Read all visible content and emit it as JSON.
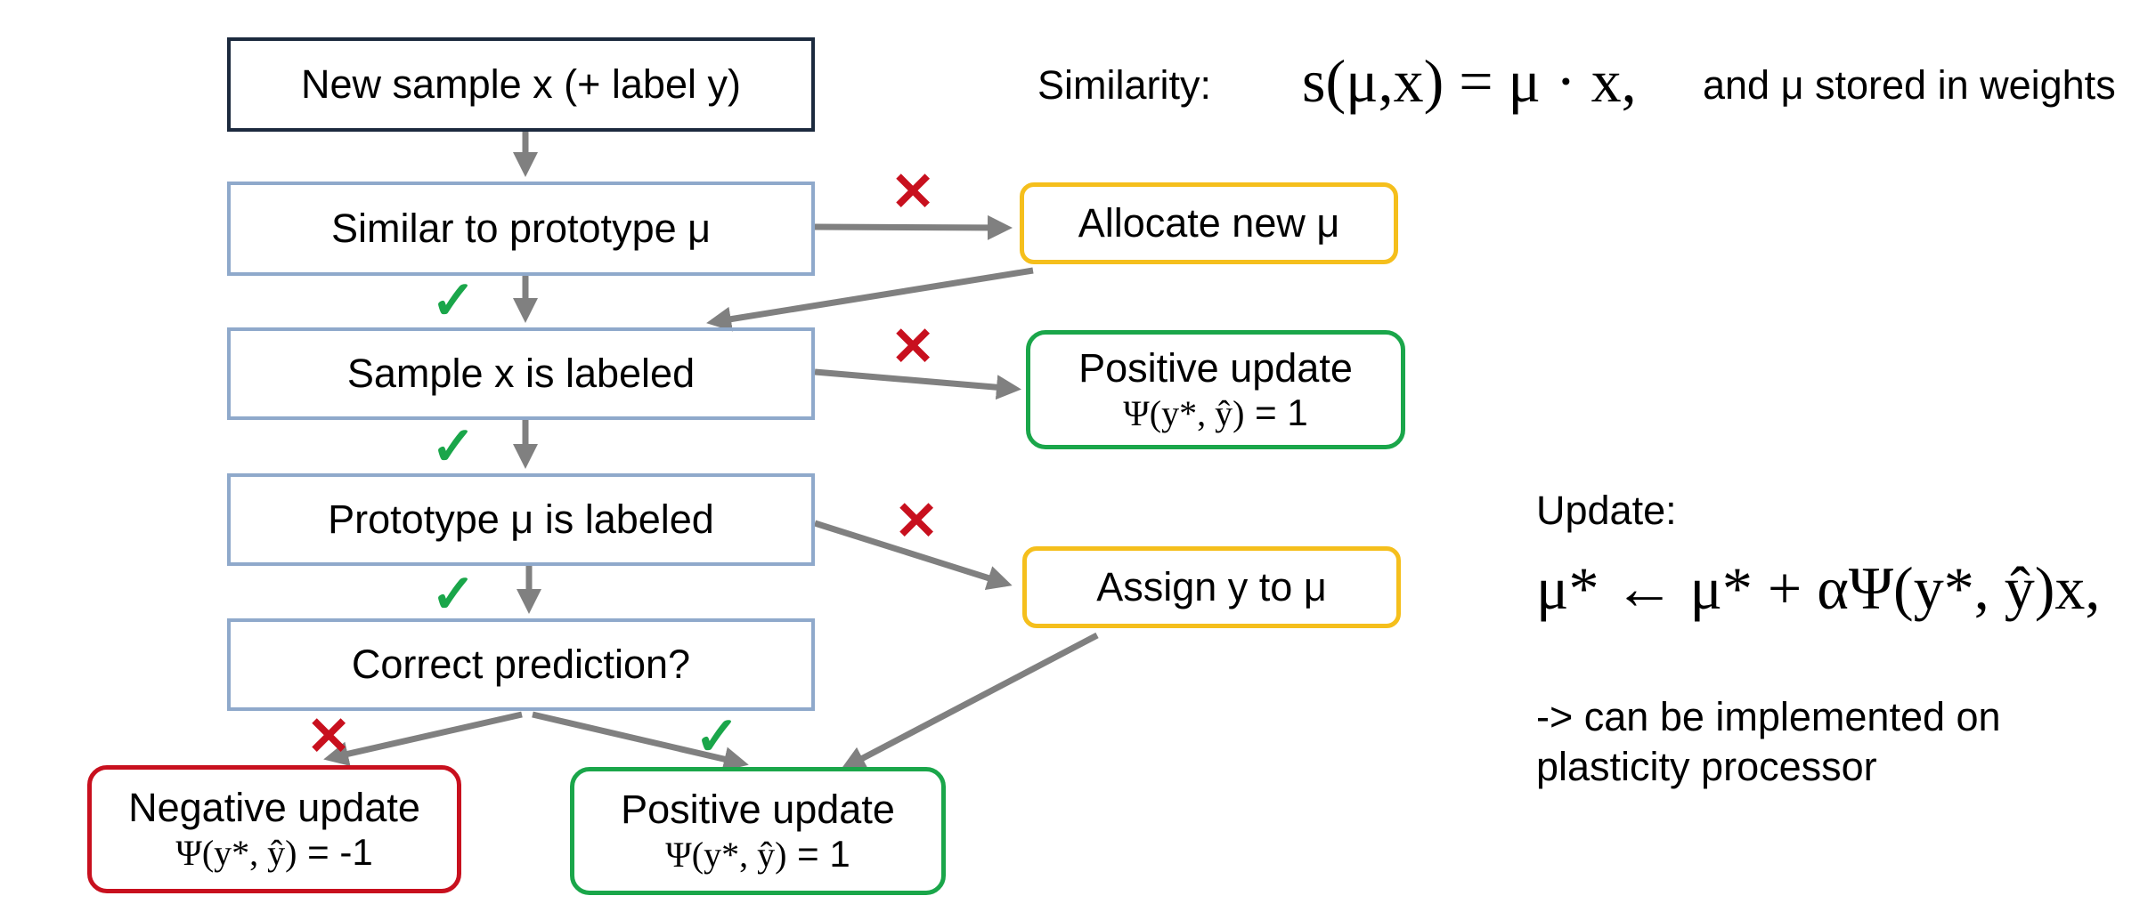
{
  "nodes": {
    "new_sample": "New sample x (+ label y)",
    "similar": "Similar to prototype μ",
    "labeled_x": "Sample x is labeled",
    "labeled_mu": "Prototype μ is labeled",
    "correct": "Correct prediction?",
    "allocate": "Allocate new μ",
    "positive_update_top": {
      "title": "Positive update",
      "formula": "Ψ(y*, ŷ)",
      "value": " = 1"
    },
    "assign": "Assign y to μ",
    "negative_update": {
      "title": "Negative update",
      "formula": "Ψ(y*, ŷ)",
      "value": " = -1"
    },
    "positive_update_bottom": {
      "title": "Positive update",
      "formula": "Ψ(y*, ŷ)",
      "value": " = 1"
    }
  },
  "similarity": {
    "label": "Similarity:",
    "formula": "s(μ,x) = μ · x,",
    "suffix": "and μ stored in weights"
  },
  "update": {
    "label": "Update:",
    "formula": "μ* ← μ* + αΨ(y*, ŷ)x,",
    "note_line1": "-> can be implemented on",
    "note_line2": "plasticity processor"
  },
  "marks": {
    "cross": "✕",
    "check": "✓"
  },
  "colors": {
    "blue_border": "#8fa9cb",
    "dark_border": "#1c2a3e",
    "yellow": "#f5bf1c",
    "green": "#1aa64a",
    "red": "#c8101e",
    "arrow": "#808080"
  }
}
